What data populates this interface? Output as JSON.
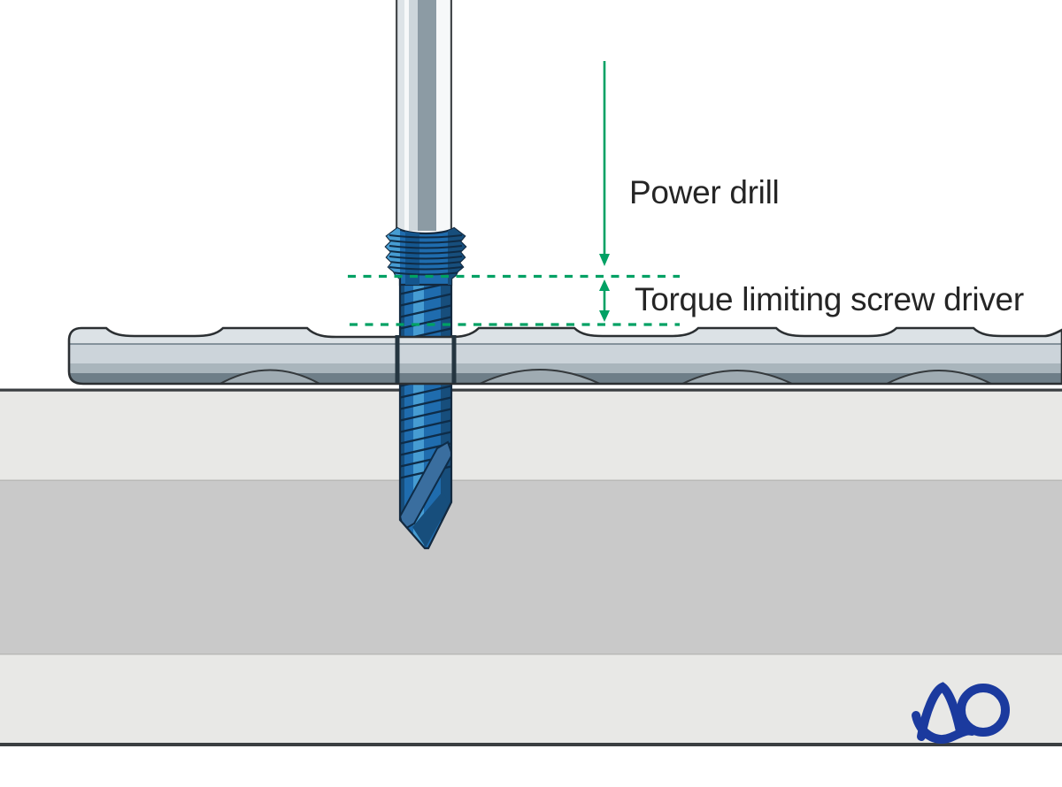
{
  "figure": {
    "kind": "surgical technique illustration",
    "subject": "Self-drilling screw inserted through a locking plate into bone",
    "labels": {
      "power_drill": "Power drill",
      "torque_limiter": "Torque limiting screw driver"
    },
    "logo": {
      "text": "AO"
    },
    "colors": {
      "background": "#FFFFFF",
      "annotation_green": "#00A164",
      "label_text": "#252525",
      "outline": "#3A3E41",
      "drill_blue": "#1F6CAE",
      "drill_blue_dark": "#174E7C",
      "drill_blue_light": "#469CD2",
      "drill_flute": "#3A6E9F",
      "shaft_light": "#EDF1F3",
      "shaft_mid": "#CDD6DB",
      "shaft_dark": "#8C9BA4",
      "plate_top": "#DCE2E6",
      "plate_mid": "#CCD4DA",
      "plate_lower": "#A9B5BC",
      "plate_shadow": "#6E7E88",
      "plate_arch": "#9FABB2",
      "bone_cortical": "#E8E8E6",
      "bone_cancellous": "#C9C9C9",
      "logo_blue": "#1B3A9E"
    }
  }
}
